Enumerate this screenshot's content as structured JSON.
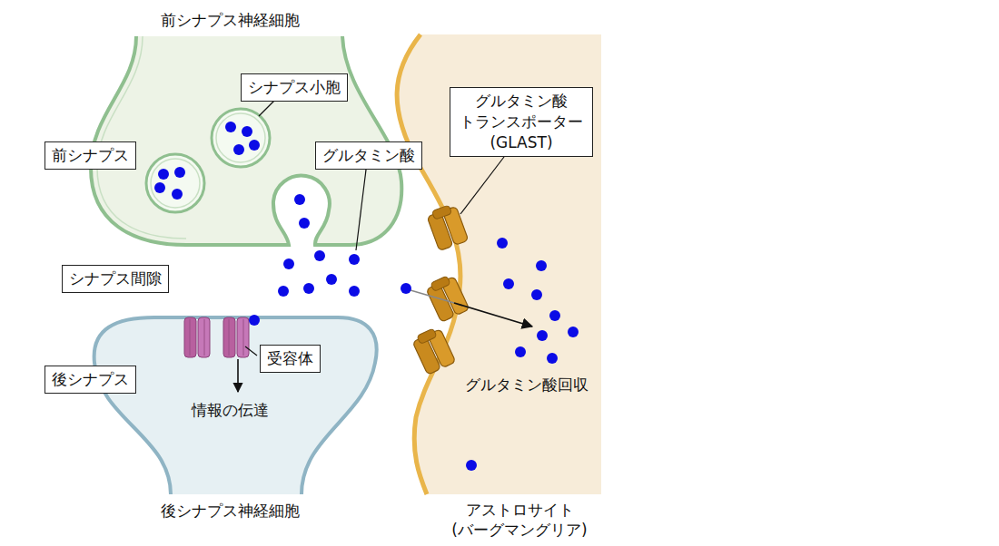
{
  "diagram": {
    "nodes": [
      {
        "text": [
          "シナプス小胞"
        ]
      },
      {
        "text": [
          "前シナプス"
        ]
      },
      {
        "text": [
          "グルタミン酸"
        ]
      },
      {
        "text": [
          "グルタミン酸 トランスポーター (GLAST)"
        ]
      },
      {
        "text": [
          "シナプス間隙"
        ]
      },
      {
        "text": [
          "受容体"
        ]
      },
      {
        "text": [
          "後シナプス"
        ]
      }
    ],
    "labels": [
      "前シナプス神経細胞",
      "情報の伝達",
      "グルタミン酸回収",
      "後シナプス神経細胞",
      "アストロサイト (バーグマングリア)"
    ]
  }
}
